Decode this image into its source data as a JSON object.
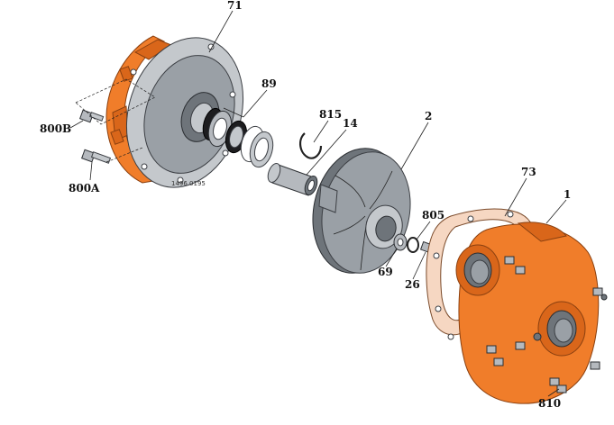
{
  "diagram": {
    "drawing_number": "1496 0195",
    "parts": [
      {
        "label": "71"
      },
      {
        "label": "89"
      },
      {
        "label": "815"
      },
      {
        "label": "14"
      },
      {
        "label": "2"
      },
      {
        "label": "805"
      },
      {
        "label": "73"
      },
      {
        "label": "1"
      },
      {
        "label": "800B"
      },
      {
        "label": "800A"
      },
      {
        "label": "69"
      },
      {
        "label": "26"
      },
      {
        "label": "810"
      }
    ],
    "colors": {
      "housing": "#f07d2a",
      "metal": "#9aa0a6",
      "gasket": "#f6d7c2"
    }
  }
}
